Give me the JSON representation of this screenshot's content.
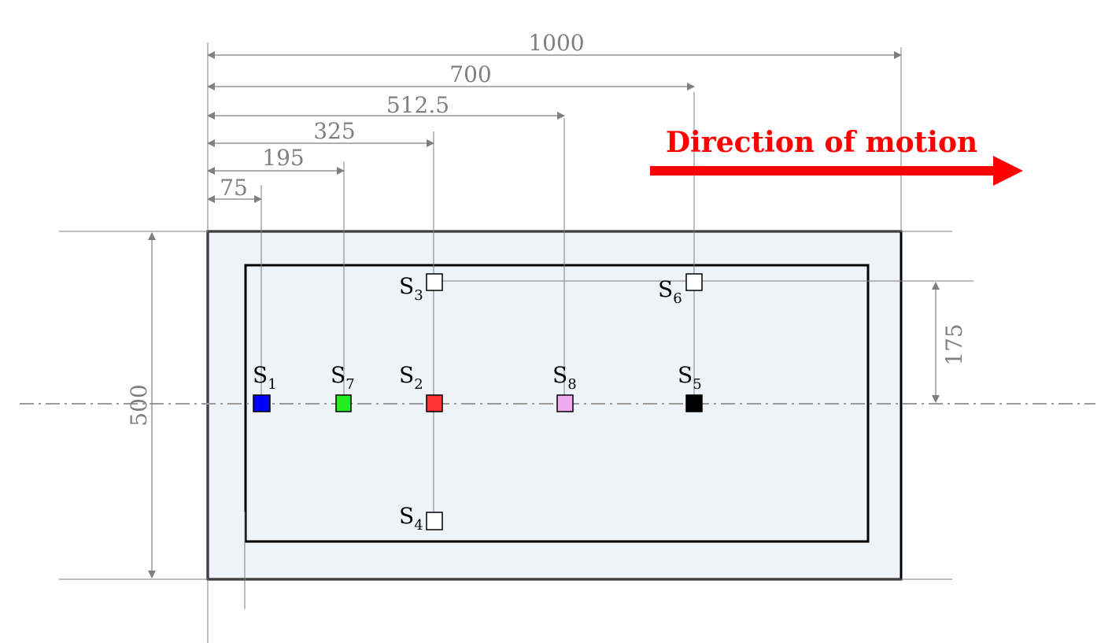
{
  "motion": {
    "label": "Direction of motion",
    "color": "#ff0000"
  },
  "colors": {
    "dimension": "#7f7f7f",
    "panel_fill": "#eef2f9",
    "outline": "#000000",
    "centerline": "#9a9a9a"
  },
  "dimensions": {
    "length": "1000",
    "width": "500",
    "s3_offset": "175",
    "chain": [
      {
        "id": "s1",
        "label": "75"
      },
      {
        "id": "s7",
        "label": "195"
      },
      {
        "id": "s2",
        "label": "325"
      },
      {
        "id": "s8",
        "label": "512.5"
      },
      {
        "id": "s6",
        "label": "700"
      }
    ]
  },
  "sensors": [
    {
      "id": "s1",
      "letter": "S",
      "index": "1",
      "color": "#0000ff"
    },
    {
      "id": "s7",
      "letter": "S",
      "index": "7",
      "color": "#22ee22"
    },
    {
      "id": "s2",
      "letter": "S",
      "index": "2",
      "color": "#ff3333"
    },
    {
      "id": "s8",
      "letter": "S",
      "index": "8",
      "color": "#f0aaee"
    },
    {
      "id": "s5",
      "letter": "S",
      "index": "5",
      "color": "#000000"
    },
    {
      "id": "s3",
      "letter": "S",
      "index": "3",
      "color": "#ffffff"
    },
    {
      "id": "s6",
      "letter": "S",
      "index": "6",
      "color": "#ffffff"
    },
    {
      "id": "s4",
      "letter": "S",
      "index": "4",
      "color": "#ffffff"
    }
  ]
}
